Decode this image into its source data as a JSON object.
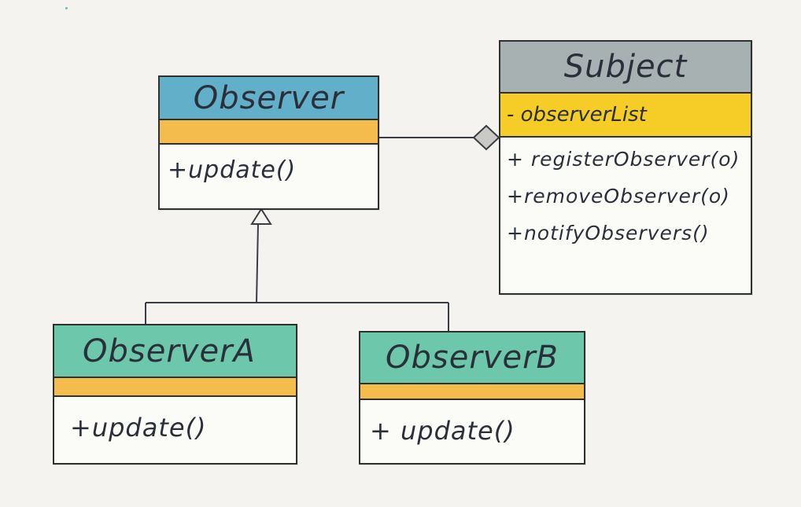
{
  "classes": {
    "observer": {
      "name": "Observer",
      "attributes": "",
      "methods": [
        "+update()"
      ]
    },
    "subject": {
      "name": "Subject",
      "attributes": "- observerList",
      "methods": [
        "+ registerObserver(o)",
        "+removeObserver(o)",
        "+notifyObservers()"
      ]
    },
    "observer_a": {
      "name": "ObserverA",
      "attributes": "",
      "methods": [
        "+update()"
      ]
    },
    "observer_b": {
      "name": "ObserverB",
      "attributes": "",
      "methods": [
        "+ update()"
      ]
    }
  },
  "colors": {
    "observer_header": "#61afc9",
    "subject_header": "#a7b1b1",
    "subject_attributes": "#f5cd26",
    "concrete_header": "#6dc8ab",
    "attributes_band": "#f3bc4c",
    "background": "#f4f3ef",
    "line": "#2f3030"
  },
  "relations": [
    {
      "type": "aggregation",
      "from": "Subject",
      "to": "Observer"
    },
    {
      "type": "generalization",
      "from": "ObserverA",
      "to": "Observer"
    },
    {
      "type": "generalization",
      "from": "ObserverB",
      "to": "Observer"
    }
  ]
}
